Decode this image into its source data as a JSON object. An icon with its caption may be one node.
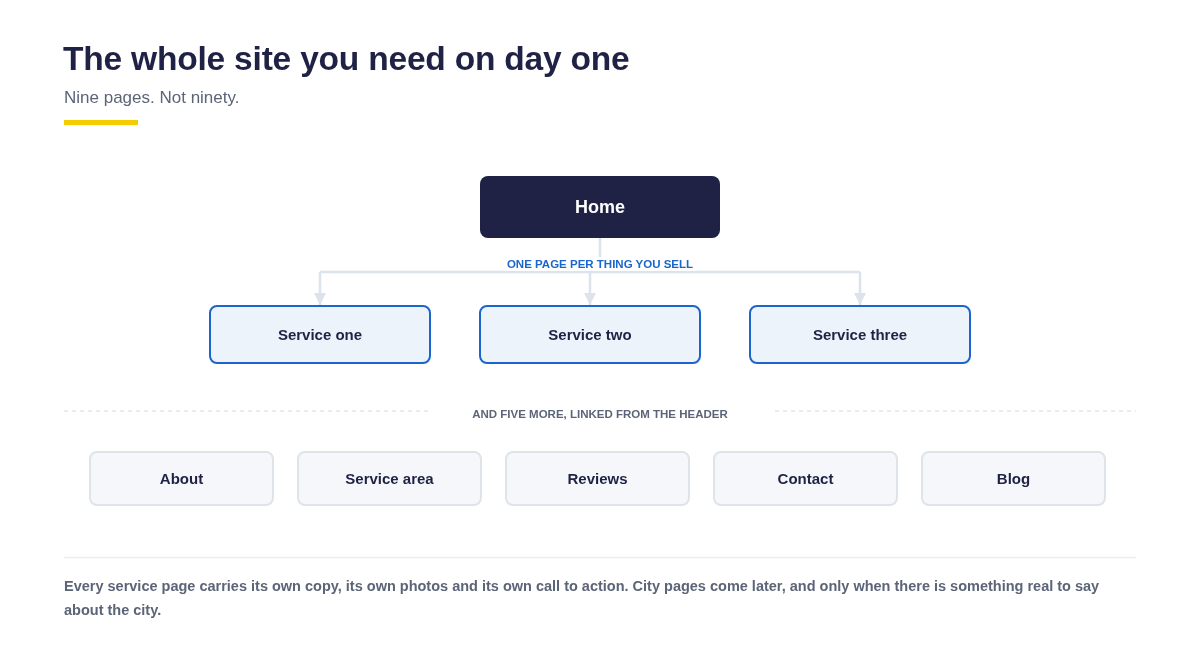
{
  "diagram": {
    "title": "The whole site you need on day one",
    "caption": "Every service page carries its own copy, its own photos and its own call to action. City pages come later, and only when there is something real to say about the city.",
    "nodes": [
      {
        "text": [
          "Home"
        ]
      },
      {
        "text": [
          "Service one"
        ]
      },
      {
        "text": [
          "Service two"
        ]
      },
      {
        "text": [
          "Service three"
        ]
      },
      {
        "text": [
          "About"
        ]
      },
      {
        "text": [
          "Service area"
        ]
      },
      {
        "text": [
          "Reviews"
        ]
      },
      {
        "text": [
          "Contact"
        ]
      },
      {
        "text": [
          "Blog"
        ]
      }
    ],
    "edges": [
      {
        "from": 0,
        "to": 1,
        "arrow": "to"
      },
      {
        "from": 0,
        "to": 2,
        "arrow": "to",
        "label": "ONE PAGE PER THING YOU SELL"
      },
      {
        "from": 0,
        "to": 3,
        "arrow": "to"
      }
    ],
    "labels": [
      "Nine pages. Not ninety.",
      "AND FIVE MORE, LINKED FROM THE HEADER"
    ]
  }
}
